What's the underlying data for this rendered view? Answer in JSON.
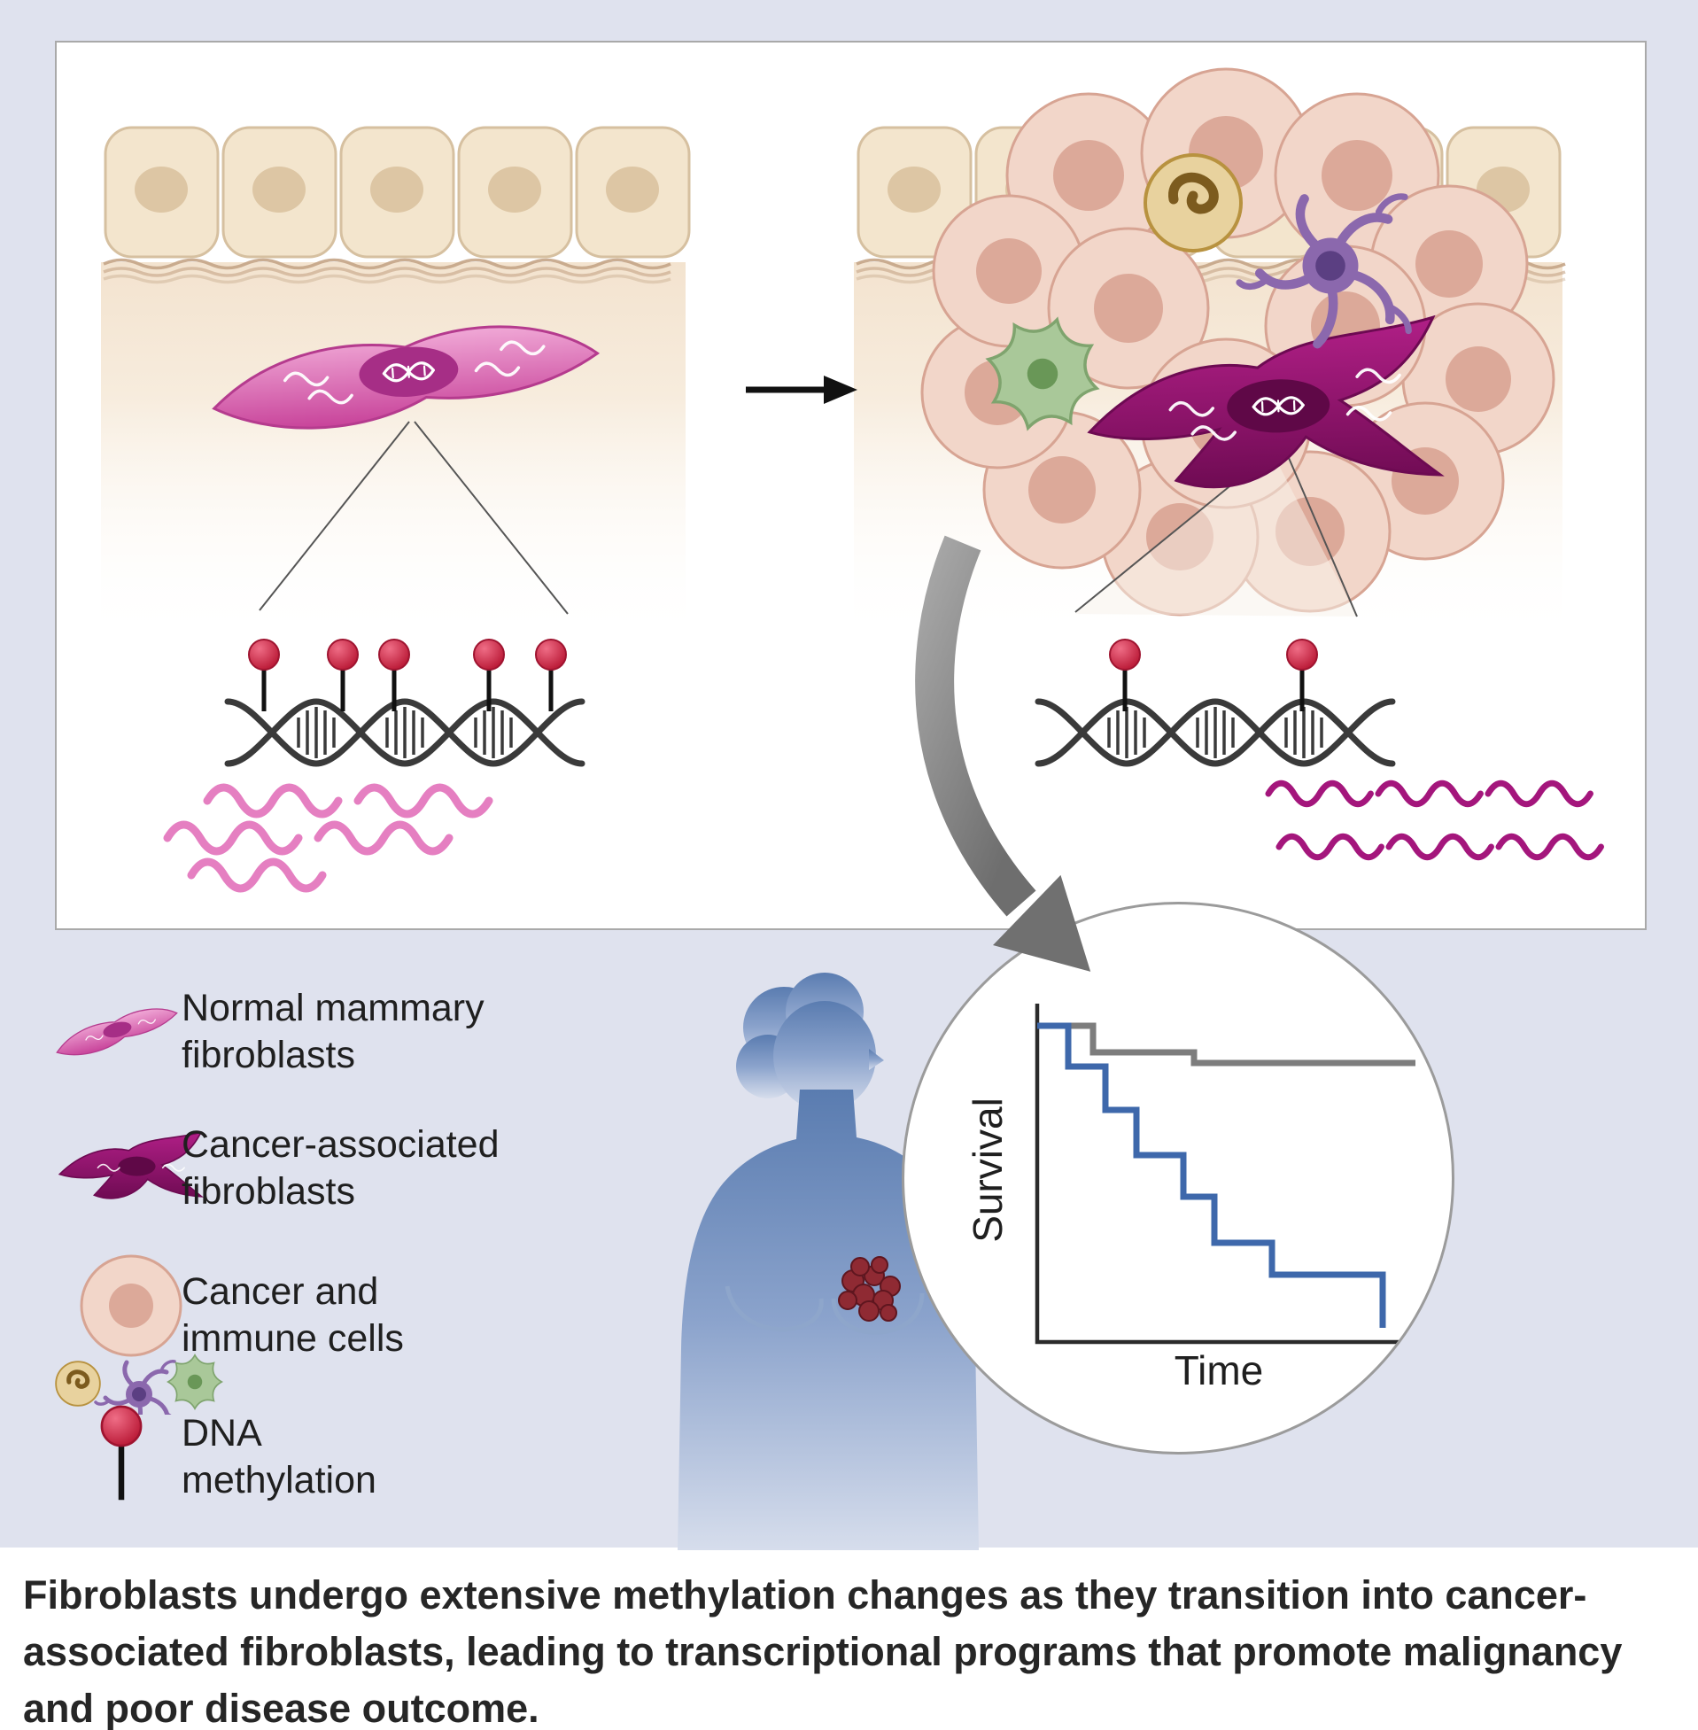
{
  "title": "Graphical abstract",
  "colors": {
    "background": "#dfe2ee",
    "panel_background": "#ffffff",
    "normal_fibroblast_pink": "#d8569f",
    "caf_magenta": "#9c1470",
    "cancer_cell_pink": "#f2d6c9",
    "immune_green": "#a9c899",
    "immune_purple": "#8b68ad",
    "immune_tan": "#e8d29e",
    "methylation_red": "#c9203f",
    "dna_gray": "#3a3a3a",
    "survival_gray_line": "#7d7d7d",
    "survival_blue_line": "#3e68ab",
    "silhouette_blue": "#5a7cb0"
  },
  "inset": {
    "ylabel": "Survival",
    "xlabel": "Time"
  },
  "legend": {
    "items": [
      {
        "icon": "normal-fibroblast-icon",
        "label": "Normal mammary\nfibroblasts"
      },
      {
        "icon": "cancer-associated-fibroblast-icon",
        "label": "Cancer-associated\nfibroblasts"
      },
      {
        "icon": "cancer-and-immune-cells-icon",
        "label": "Cancer and\nimmune cells"
      },
      {
        "icon": "dna-methylation-icon",
        "label": "DNA\nmethylation"
      }
    ]
  },
  "caption": {
    "text": "Fibroblasts undergo extensive methylation changes as they transition into cancer-\nassociated fibroblasts, leading to transcriptional programs that promote malignancy\nand poor disease outcome."
  },
  "chart_data": {
    "type": "line",
    "title": "Survival inset (Kaplan-Meier style step curves)",
    "xlabel": "Time",
    "ylabel": "Survival",
    "x_range": [
      0,
      10
    ],
    "y_range": [
      0,
      1
    ],
    "grid": false,
    "legend_position": "none",
    "series": [
      {
        "name": "gray-line",
        "color": "#7d7d7d",
        "x": [
          0,
          1.5,
          1.5,
          4.2,
          4.2,
          10
        ],
        "y": [
          0.93,
          0.93,
          0.86,
          0.86,
          0.82,
          0.82
        ]
      },
      {
        "name": "blue-line",
        "color": "#3e68ab",
        "x": [
          0,
          0.8,
          0.8,
          1.8,
          1.8,
          2.6,
          2.6,
          3.9,
          3.9,
          4.7,
          4.7,
          6.2,
          6.2,
          9.2,
          9.2
        ],
        "y": [
          0.93,
          0.93,
          0.81,
          0.81,
          0.69,
          0.69,
          0.55,
          0.55,
          0.43,
          0.43,
          0.29,
          0.29,
          0.2,
          0.2,
          0.04
        ]
      }
    ]
  }
}
